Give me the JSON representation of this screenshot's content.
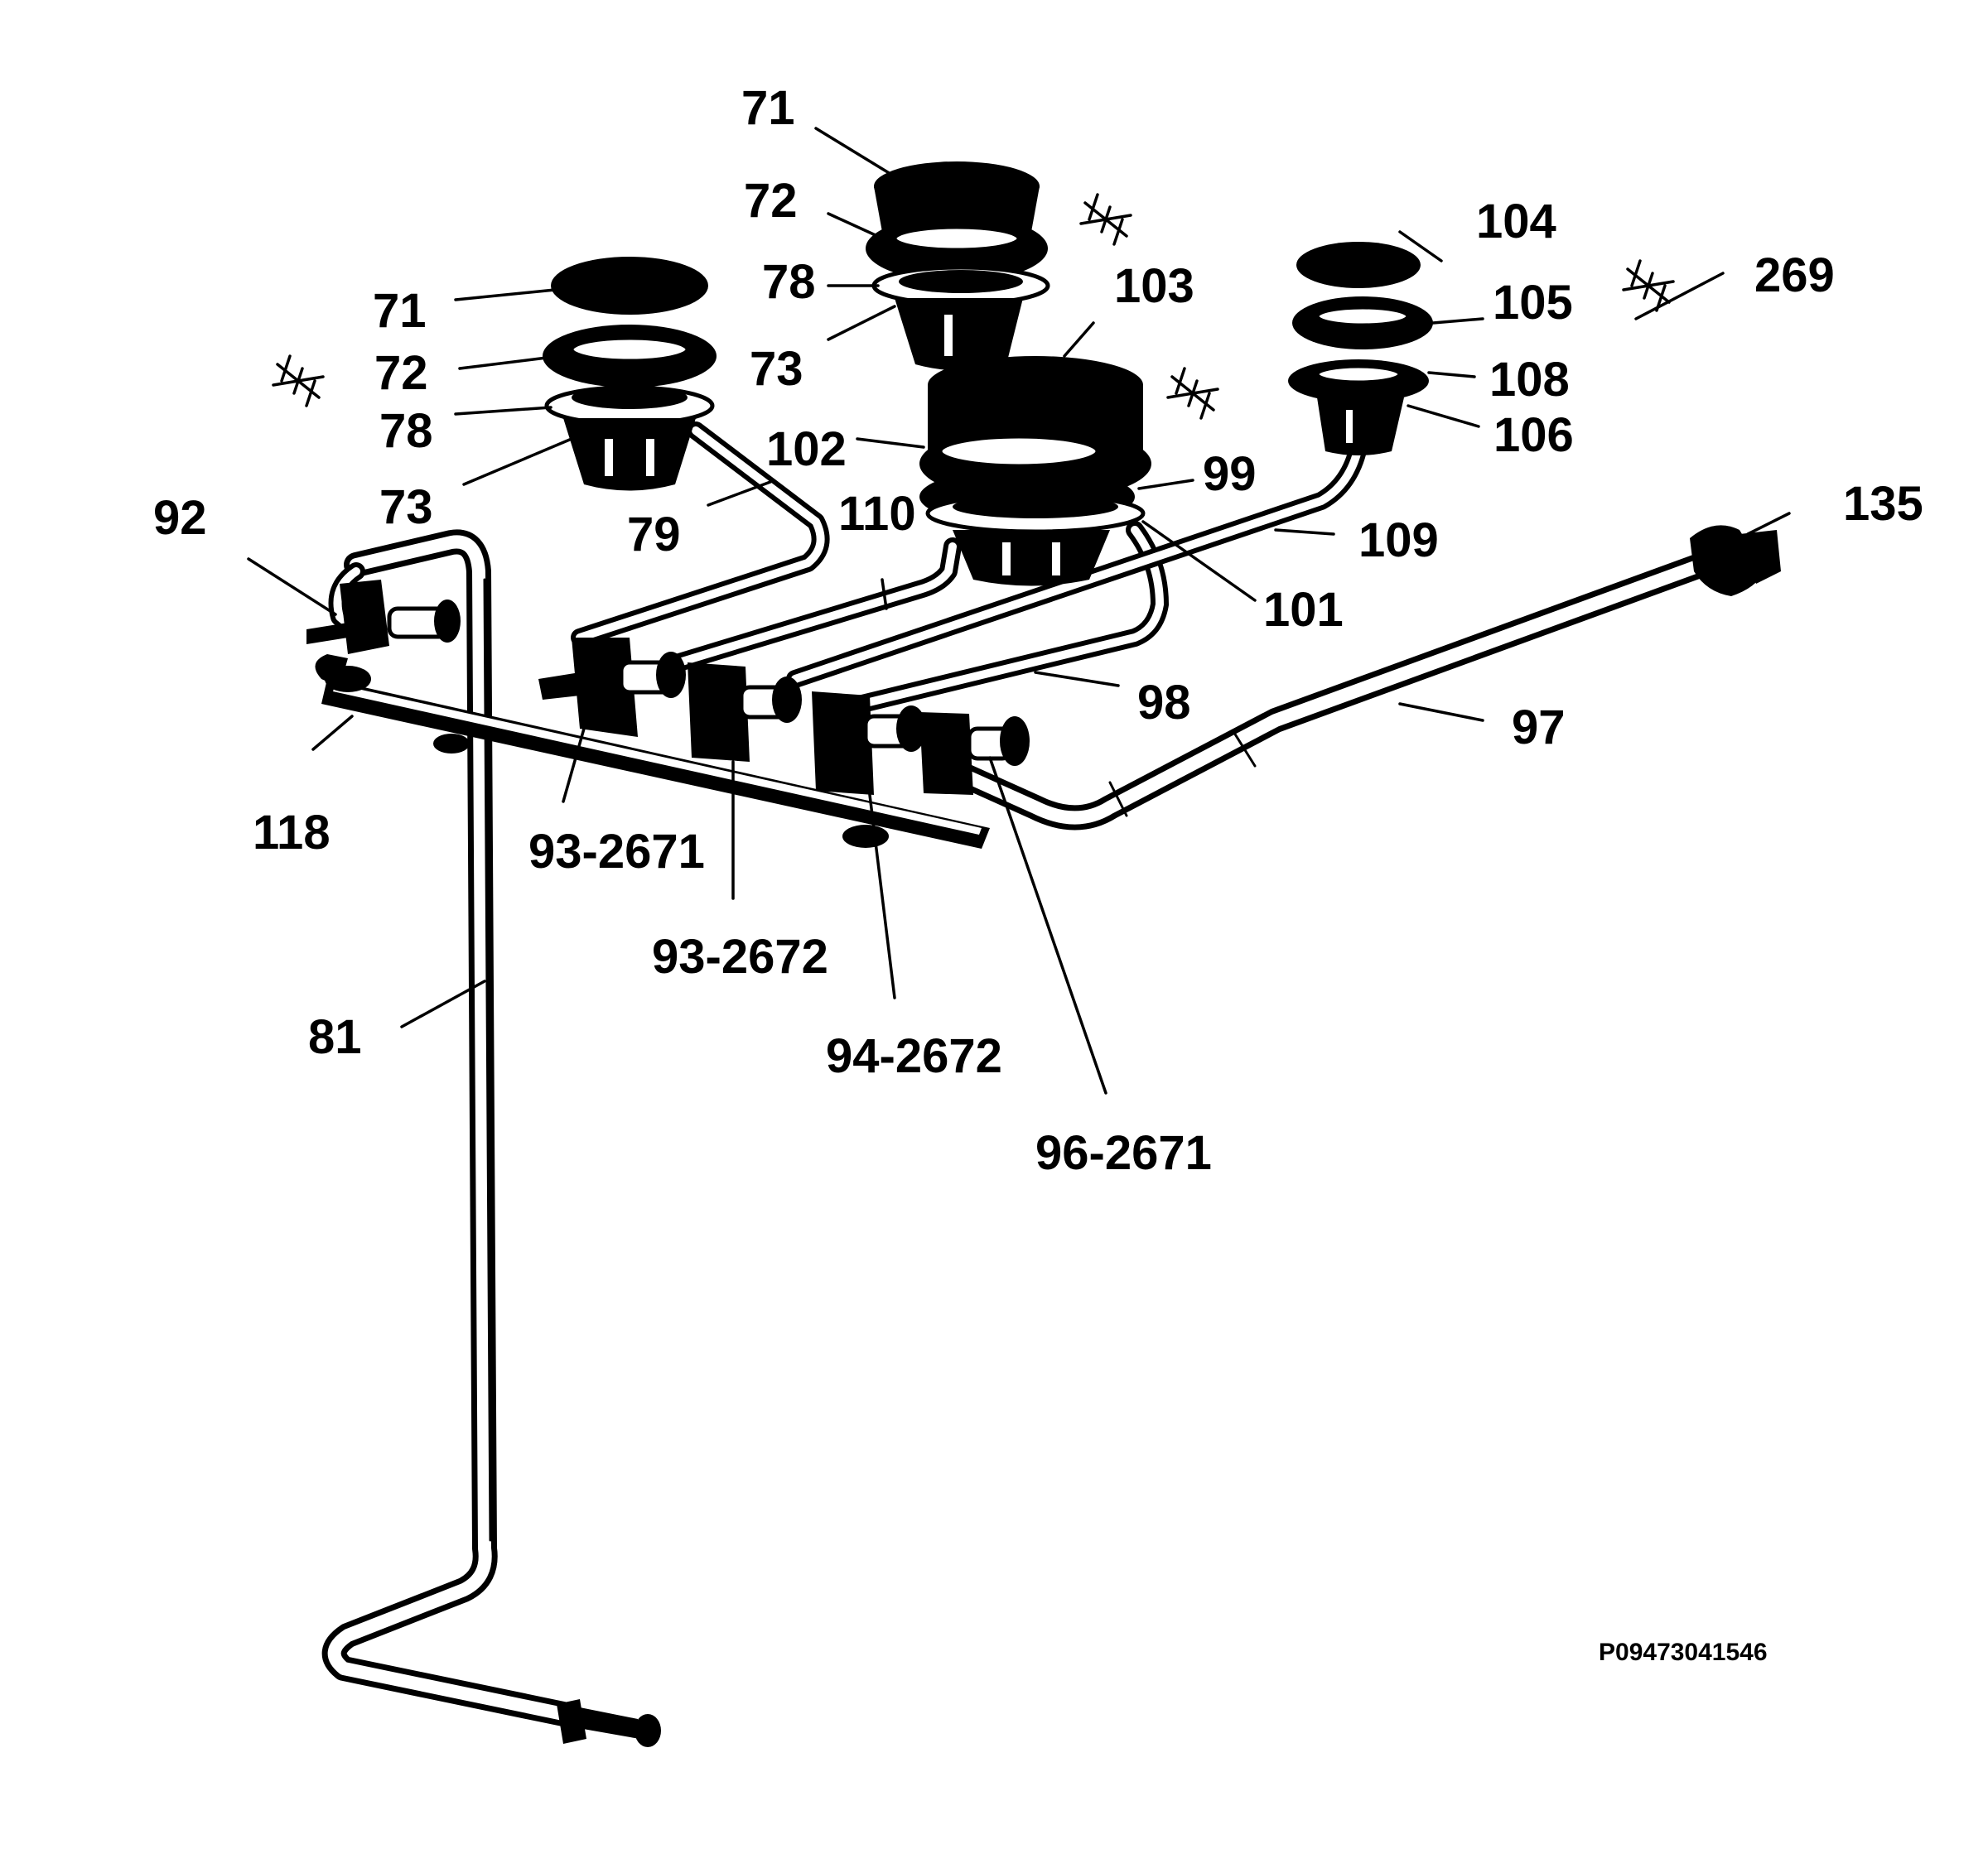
{
  "drawing_code": "P09473041546",
  "callouts": [
    {
      "id": "c71a",
      "text": "71"
    },
    {
      "id": "c72a",
      "text": "72"
    },
    {
      "id": "c78a",
      "text": "78"
    },
    {
      "id": "c73a",
      "text": "73"
    },
    {
      "id": "c71b",
      "text": "71"
    },
    {
      "id": "c72b",
      "text": "72"
    },
    {
      "id": "c78b",
      "text": "78"
    },
    {
      "id": "c73b",
      "text": "73"
    },
    {
      "id": "c103",
      "text": "103"
    },
    {
      "id": "c104",
      "text": "104"
    },
    {
      "id": "c105",
      "text": "105"
    },
    {
      "id": "c108",
      "text": "108"
    },
    {
      "id": "c106",
      "text": "106"
    },
    {
      "id": "c269",
      "text": "269"
    },
    {
      "id": "c92",
      "text": "92"
    },
    {
      "id": "c102",
      "text": "102"
    },
    {
      "id": "c79",
      "text": "79"
    },
    {
      "id": "c110",
      "text": "110"
    },
    {
      "id": "c99",
      "text": "99"
    },
    {
      "id": "c109",
      "text": "109"
    },
    {
      "id": "c101",
      "text": "101"
    },
    {
      "id": "c135",
      "text": "135"
    },
    {
      "id": "c98",
      "text": "98"
    },
    {
      "id": "c97",
      "text": "97"
    },
    {
      "id": "c118",
      "text": "118"
    },
    {
      "id": "c93-2671",
      "text": "93-2671"
    },
    {
      "id": "c93-2672",
      "text": "93-2672"
    },
    {
      "id": "c94-2672",
      "text": "94-2672"
    },
    {
      "id": "c81",
      "text": "81"
    },
    {
      "id": "c96-2671",
      "text": "96-2671"
    }
  ]
}
